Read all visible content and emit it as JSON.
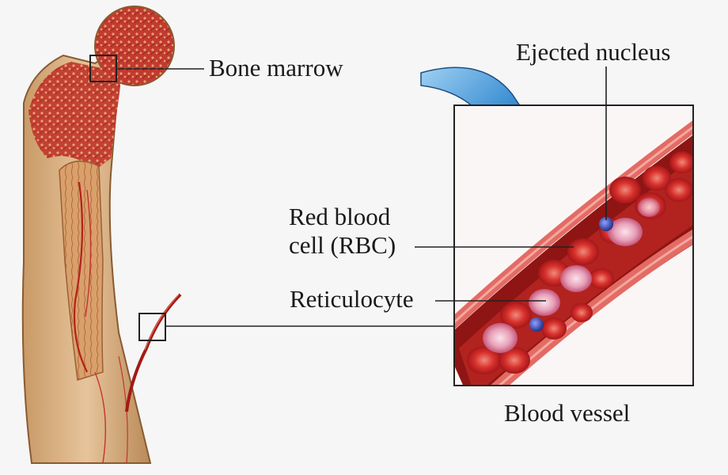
{
  "labels": {
    "bone_marrow": "Bone marrow",
    "ejected_nucleus": "Ejected nucleus",
    "rbc_line1": "Red blood",
    "rbc_line2": "cell (RBC)",
    "reticulocyte": "Reticulocyte",
    "blood_vessel": "Blood vessel"
  },
  "colors": {
    "background": "#f6f6f6",
    "bone": "#d9b48a",
    "marrow": "#b8312b",
    "vessel_wall": "#cc3a3a",
    "rbc": "#d7312c",
    "reticulocyte": "#e8a0b8",
    "nucleus": "#3b4da8",
    "arrow": "#2f7fc4"
  }
}
